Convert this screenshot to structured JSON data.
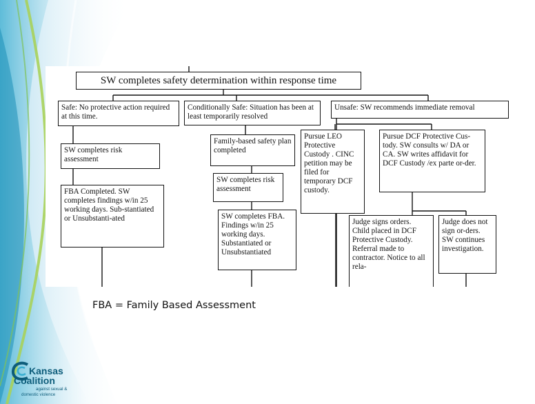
{
  "flowchart": {
    "root": "SW completes safety determination within response time",
    "safe": {
      "heading": "Safe: No protective action required  at this time.",
      "risk": "SW  completes risk assessment",
      "fba": "FBA Completed. SW completes findings w/in 25 working days.  Sub-stantiated or Unsubstanti-ated"
    },
    "conditional": {
      "heading": "Conditionally Safe: Situation has been at least temporarily resolved",
      "plan": "Family-based safety plan completed",
      "risk": "SW  completes risk assessment",
      "fba": "SW completes FBA.  Findings w/in 25 working days. Substantiated  or Unsubstantiated"
    },
    "unsafe": {
      "heading": "Unsafe: SW recommends immediate removal",
      "leo": "Pursue LEO Protective Custody . CINC petition may be filed for temporary DCF custody.",
      "dcf": "Pursue DCF Protective Cus-tody.  SW consults w/ DA or CA.  SW writes affidavit for DCF Custody /ex parte or-der.",
      "judge_signs": "Judge signs orders. Child placed in DCF Protective Custody.  Referral made to contractor. Notice to all rela-",
      "judge_not": "Judge does not sign or-ders.  SW continues investigation."
    }
  },
  "caption": "FBA = Family Based Assessment",
  "logo": {
    "kansas": "Kansas",
    "coalition": "Coalition",
    "sub1": "against sexual &",
    "sub2": "domestic violence"
  },
  "colors": {
    "logo": "#0d5c7a",
    "swoosh_light": "#cfeaf5",
    "swoosh_teal": "#2fa7c9",
    "swoosh_green": "#a9d15a"
  }
}
